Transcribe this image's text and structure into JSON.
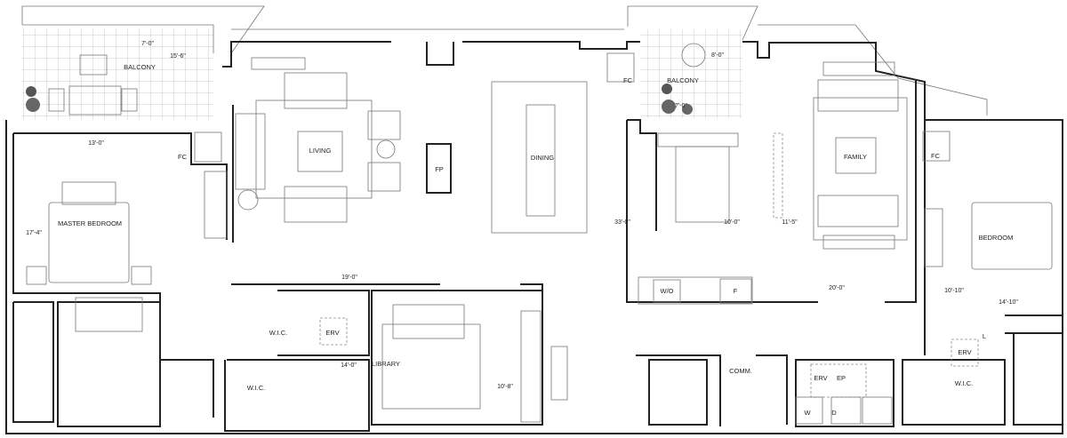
{
  "rooms": {
    "balcony_master": "BALCONY",
    "fc_master": "FC",
    "master_bedroom": "MASTER BEDROOM",
    "living": "LIVING",
    "fireplace": "FP",
    "dining": "DINING",
    "balcony_kitchen": "BALCONY",
    "fc_kitchen": "FC",
    "family": "FAMILY",
    "fc_bedroom": "FC",
    "bedroom": "BEDROOM",
    "wall_oven": "W/O",
    "fridge": "F",
    "wic_master_small": "W.I.C.",
    "erv_master": "ERV",
    "wic_master_large": "W.I.C.",
    "library": "LIBRARY",
    "comm": "COMM.",
    "erv_laundry": "ERV",
    "ep": "EP",
    "washer": "W",
    "dryer": "D",
    "erv_bedroom": "ERV",
    "linen": "L",
    "wic_bedroom": "W.I.C."
  },
  "dimensions": {
    "balcony_master_depth": "7'-0\"",
    "balcony_master_width": "15'-6\"",
    "master_width": "13'-0\"",
    "master_length": "17'-4\"",
    "balcony_kitchen_width": "8'-0\"",
    "balcony_kitchen_depth": "7'-0\"",
    "living_dining_length": "33'-0\"",
    "kitchen_width": "10'-0\"",
    "family_width": "11'-5\"",
    "family_length": "20'-0\"",
    "bedroom_width": "10'-10\"",
    "bedroom_length": "14'-10\"",
    "library_length": "19'-0\"",
    "library_width": "14'-0\"",
    "library_depth": "10'-8\""
  }
}
